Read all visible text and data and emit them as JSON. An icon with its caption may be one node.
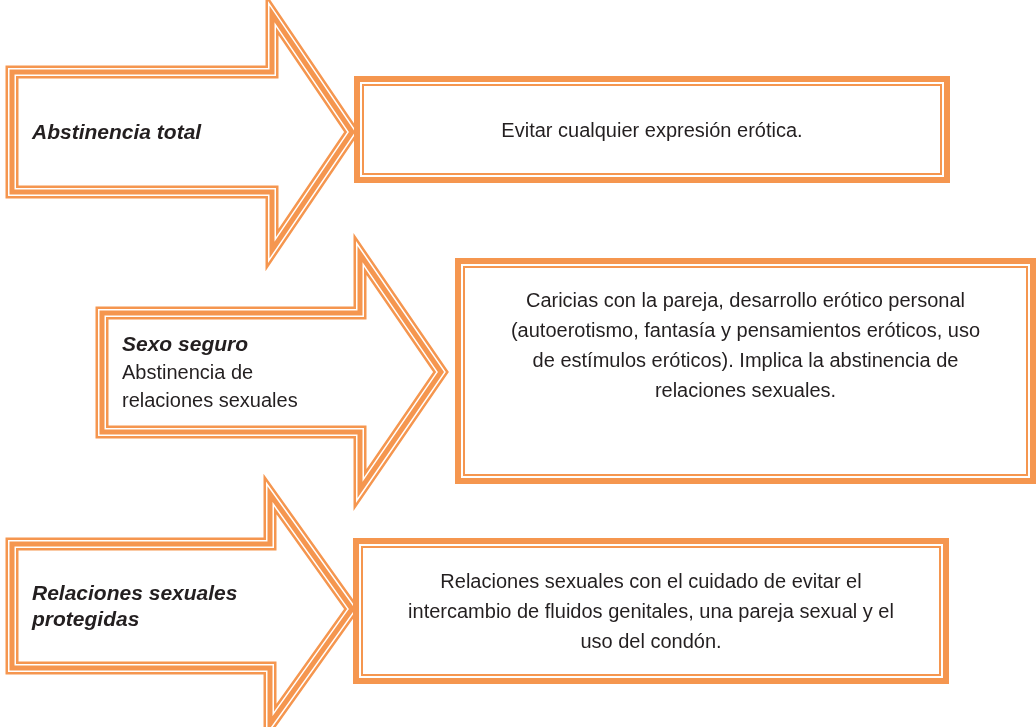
{
  "diagram": {
    "nodes": [
      {
        "text": [
          "Abstinencia total"
        ]
      },
      {
        "text": [
          "Evitar cualquier expresión erótica."
        ]
      },
      {
        "text": [
          "Sexo seguro",
          "Abstinencia de relaciones sexuales"
        ]
      },
      {
        "text": [
          "Caricias con la pareja, desarrollo erótico personal (autoerotismo, fantasía y pensamientos eróticos, uso de estímulos eróticos). Implica la abstinencia de relaciones sexuales."
        ]
      },
      {
        "text": [
          "Relaciones sexuales protegidas"
        ]
      },
      {
        "text": [
          "Relaciones sexuales con el cuidado de evitar el intercambio de fluidos genitales, una pareja sexual y el uso del condón."
        ]
      }
    ]
  }
}
